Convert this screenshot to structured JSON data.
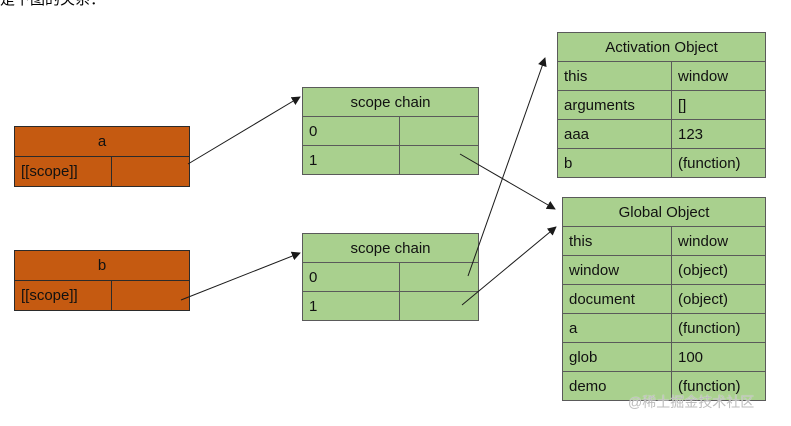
{
  "top_fragment": "是下图的关系：",
  "var_a": {
    "name": "a",
    "scope_label": "[[scope]]"
  },
  "var_b": {
    "name": "b",
    "scope_label": "[[scope]]"
  },
  "scope_chain_a": {
    "title": "scope chain",
    "rows": [
      "0",
      "1"
    ]
  },
  "scope_chain_b": {
    "title": "scope chain",
    "rows": [
      "0",
      "1"
    ]
  },
  "activation_object": {
    "title": "Activation Object",
    "rows": [
      {
        "key": "this",
        "value": "window"
      },
      {
        "key": "arguments",
        "value": "[]"
      },
      {
        "key": "aaa",
        "value": "123"
      },
      {
        "key": "b",
        "value": "(function)"
      }
    ]
  },
  "global_object": {
    "title": "Global Object",
    "rows": [
      {
        "key": "this",
        "value": "window"
      },
      {
        "key": "window",
        "value": "(object)"
      },
      {
        "key": "document",
        "value": "(object)"
      },
      {
        "key": "a",
        "value": "(function)"
      },
      {
        "key": "glob",
        "value": "100"
      },
      {
        "key": "demo",
        "value": "(function)"
      }
    ]
  },
  "watermark": "@稀土掘金技术社区",
  "colors": {
    "orange": "#c55a11",
    "green": "#a9d08e",
    "arrow": "#1a1a1a"
  }
}
